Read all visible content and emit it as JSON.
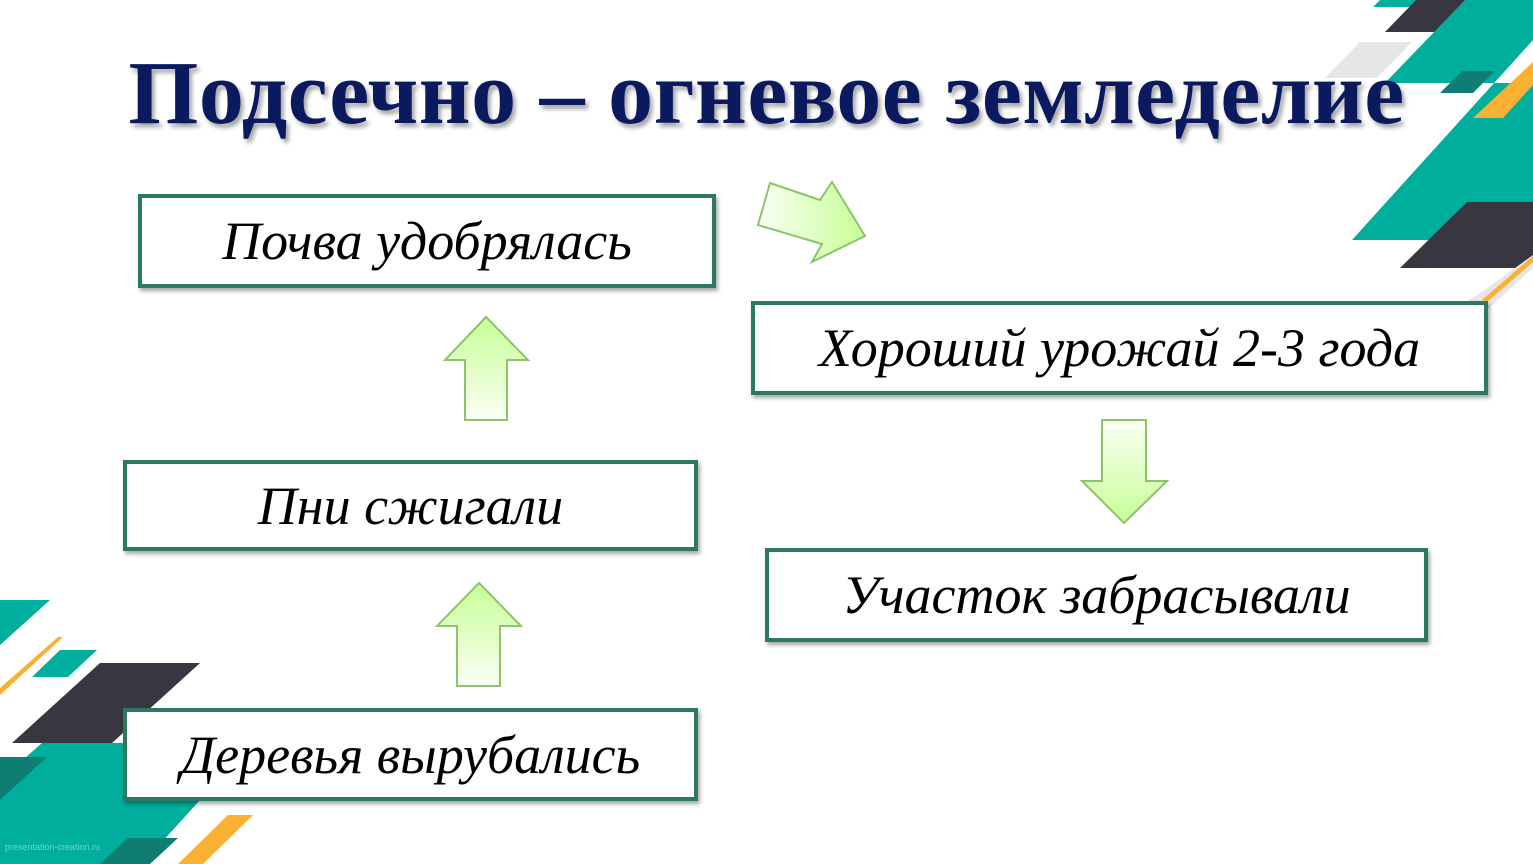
{
  "slide": {
    "title": "Подсечно – огневое земледелие",
    "steps": [
      "Деревья вырубались",
      "Пни сжигали",
      "Почва удобрялась",
      "Хороший урожай 2-3 года",
      "Участок забрасывали"
    ],
    "watermark": "presentation-creation.ru"
  },
  "colors": {
    "title": "#0b1a5e",
    "box_border": "#2b7a60",
    "teal": "#00ae9e",
    "dark_teal": "#107d72",
    "dark": "#373641",
    "orange": "#f8b133",
    "arrow_fill": "#d4ffa8"
  }
}
